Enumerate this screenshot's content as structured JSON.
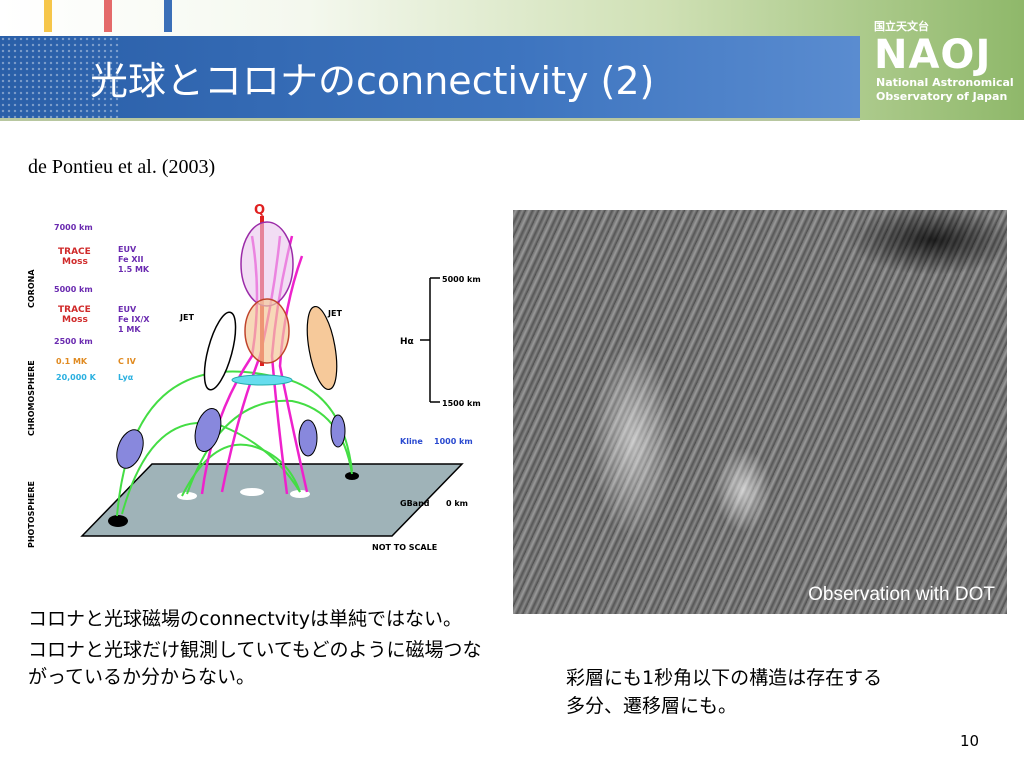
{
  "slide": {
    "title": "光球とコロナのconnectivity (2)",
    "citation": "de Pontieu et al. (2003)",
    "page_number": "10"
  },
  "logo": {
    "small_text": "国立天文台",
    "main_text": "NAOJ",
    "sub_line1": "National Astronomical",
    "sub_line2": "Observatory of Japan"
  },
  "header_colors": {
    "bar1": "#f6c64a",
    "bar2": "#e46a6a",
    "bar3": "#3a6fb8",
    "band": "#3d74bf"
  },
  "diagram": {
    "q_label": "Q",
    "corona_label": "CORONA",
    "chromosphere_label": "CHROMOSPHERE",
    "photosphere_label": "PHOTOSPHERE",
    "km7000": "7000 km",
    "trace1": "TRACE",
    "moss1": "Moss",
    "euv1": "EUV",
    "fe12": "Fe XII",
    "mk15": "1.5 MK",
    "km5000": "5000 km",
    "trace2": "TRACE",
    "moss2": "Moss",
    "euv2": "EUV",
    "fe9": "Fe IX/X",
    "mk1": "1 MK",
    "km2500": "2500 km",
    "mk01": "0.1 MK",
    "civ": "C IV",
    "k20000": "20,000 K",
    "lya": "Lyα",
    "jet_left": "JET",
    "jet_right": "JET",
    "ha_top": "5000 km",
    "ha": "Hα",
    "ha_bottom": "1500 km",
    "kline": "Kline",
    "kline_km": "1000 km",
    "gband": "GBand",
    "gband_km": "0 km",
    "not_to_scale": "NOT TO SCALE"
  },
  "photo": {
    "caption": "Observation with DOT"
  },
  "text_left": {
    "para1": "コロナと光球磁場のconnectvityは単純ではない。",
    "para2": "コロナと光球だけ観測していてもどのように磁場つながっているか分からない。"
  },
  "text_right": {
    "line1": "彩層にも1秒角以下の構造は存在する",
    "line2": "多分、遷移層にも。"
  }
}
